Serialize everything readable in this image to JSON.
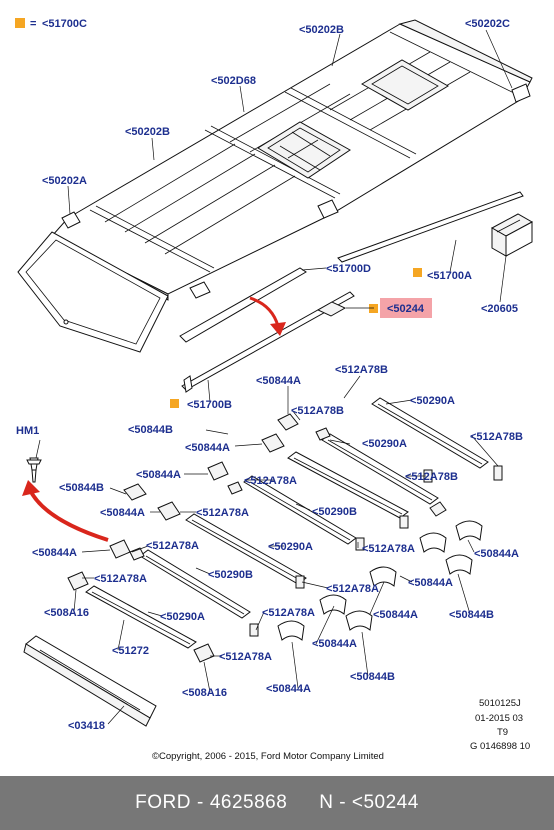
{
  "legend": {
    "symbol_color": "#f5a623",
    "equals": "=",
    "label": "<51700C"
  },
  "highlight_color": "#f4a3a8",
  "labels": {
    "l50202B_top": "<50202B",
    "l50202C": "<50202C",
    "l502D68": "<502D68",
    "l50202B_mid": "<50202B",
    "l50202A": "<50202A",
    "l51700D": "<51700D",
    "l51700A": "<51700A",
    "l50244": "<50244",
    "l20605": "<20605",
    "l51700B": "<51700B",
    "l512A78B_1": "<512A78B",
    "l50844A_1": "<50844A",
    "l512A78B_2": "<512A78B",
    "l50290A_1": "<50290A",
    "l50844B_1": "<50844B",
    "l50844A_2": "<50844A",
    "l50290A_2": "<50290A",
    "l512A78B_3": "<512A78B",
    "lHM1": "HM1",
    "l50844A_3": "<50844A",
    "l512A78A_1": "<512A78A",
    "l512A78B_4": "<512A78B",
    "l50844B_2": "<50844B",
    "l50290B_1": "<50290B",
    "l50844A_4": "<50844A",
    "l512A78A_2": "<512A78A",
    "l50844A_5": "<50844A",
    "l512A78A_3": "<512A78A",
    "l50290A_3": "<50290A",
    "l512A78A_4": "<512A78A",
    "l50844A_6": "<50844A",
    "l50290B_2": "<50290B",
    "l512A78A_5": "<512A78A",
    "l512A78A_6": "<512A78A",
    "l50844A_7": "<50844A",
    "l50844B_3": "<50844B",
    "l508A16_1": "<508A16",
    "l50290A_4": "<50290A",
    "l512A78A_7": "<512A78A",
    "l50844A_8": "<50844A",
    "l51272": "<51272",
    "l512A78A_8": "<512A78A",
    "l50844B_4": "<50844B",
    "l508A16_2": "<508A16",
    "l50844A_9": "<50844A",
    "l03418": "<03418"
  },
  "meta": {
    "code": "5010125J",
    "date": "01-2015 03",
    "variant": "T9",
    "ref": "G 0146898 10"
  },
  "copyright": "©Copyright, 2006 - 2015, Ford Motor Company Limited",
  "footer": {
    "brand": "FORD",
    "dash": "-",
    "part_number": "4625868",
    "n_label": "N - <50244"
  }
}
